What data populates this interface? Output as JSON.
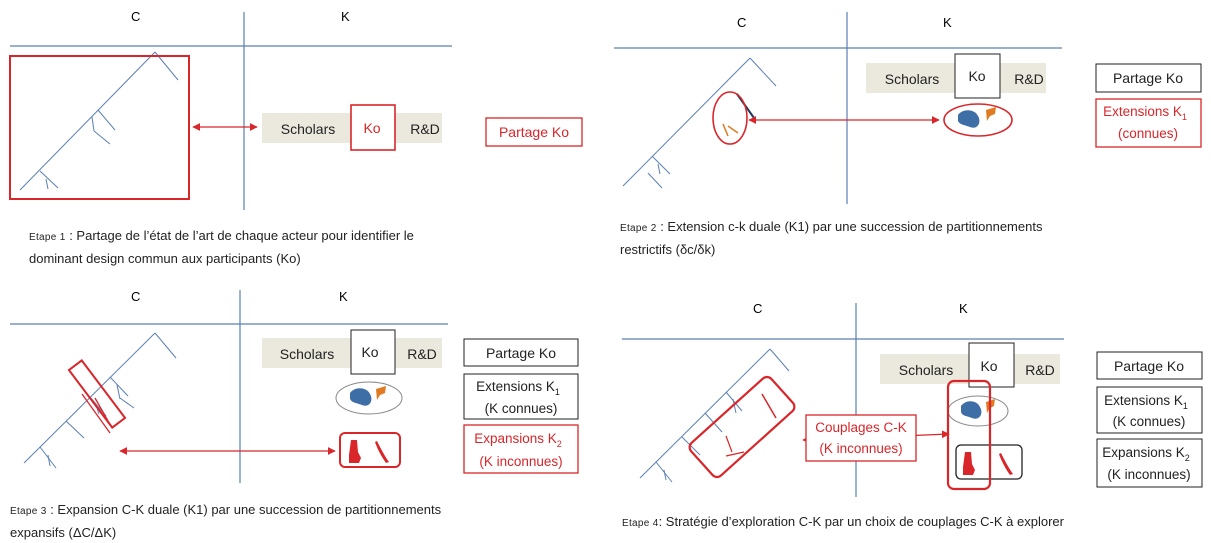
{
  "axis_c": "C",
  "axis_k": "K",
  "k_strip": [
    "Scholars",
    "Ko",
    "R&D"
  ],
  "box_partage": "Partage Ko",
  "box_extensions": [
    "Extensions  K",
    "1",
    "(connues)"
  ],
  "box_extensions_k": [
    "Extensions  K",
    "1",
    "(K connues)"
  ],
  "box_expansions": [
    "Expansions  K",
    "2",
    "(K inconnues)"
  ],
  "box_couplages": [
    "Couplages C-K",
    "(K inconnues)"
  ],
  "captions": {
    "s1": {
      "step": "Etape 1",
      "text": " : Partage de l’état de l’art de chaque acteur pour identifier le",
      "text2": "dominant design  commun aux participants (Ko)"
    },
    "s2": {
      "step": "Etape 2",
      "text": " : Extension c-k  duale (K1) par une succession de partitionnements",
      "text2": "restrictifs (δc/δk)"
    },
    "s3": {
      "step": "Etape 3",
      "text": " : Expansion C-K  duale (K1) par une succession de partitionnements",
      "text2": "expansifs (ΔC/ΔK)"
    },
    "s4": {
      "step": "Etape 4",
      "text": ": Stratégie d’exploration C-K par un choix de couplages C-K à explorer"
    }
  },
  "colors": {
    "axis": "#5b7fb5",
    "red": "#d9262a",
    "strip": "#ebe8de",
    "blob": "#3d6ea6",
    "orange": "#e07b22"
  }
}
